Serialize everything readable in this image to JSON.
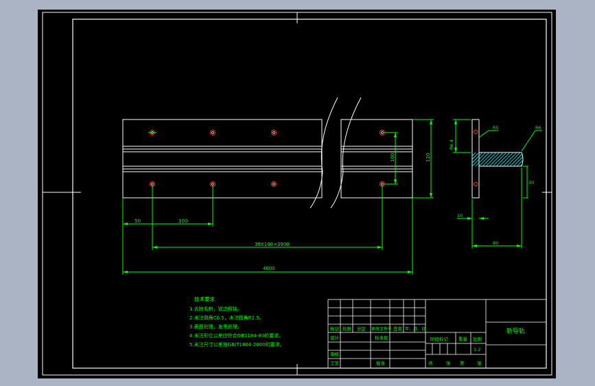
{
  "drawing": {
    "colors": {
      "background": "#000000",
      "frame": "#ffffff",
      "dimension": "#00ff00",
      "hole": "#ff2a2a",
      "hatch": "#00ffff",
      "window": "#aab4c4"
    },
    "dimensions": {
      "dim_50": "50",
      "dim_100": "100",
      "dim_spacing": "39X100=3900",
      "dim_total": "4000",
      "dim_height_120": "120",
      "dim_hole_pitch": "100",
      "section_top": "R5",
      "section_right": "R6",
      "section_left": "R6.4",
      "section_depth": "30",
      "section_base": "10",
      "section_width": "80"
    },
    "tech_requirements": {
      "title": "技术要求",
      "lines": [
        "1.去除毛刺，锐边倒钝。",
        "2.未注倒角C0.5，未注圆角R2.5。",
        "3.表面处理，发黑处理。",
        "4.未注形位公差应符合GB1184-80的要求。",
        "5.未注尺寸公差按GB/T1804-2000的要求。"
      ]
    },
    "title_block": {
      "row_headers": [
        "标记",
        "处数",
        "分区",
        "更改文件号",
        "签名",
        "年、月、日"
      ],
      "designer": "设计",
      "standardization": "标准化",
      "review": "审核",
      "process": "工艺",
      "approve": "批准",
      "stage_mark": "阶段标记",
      "weight": "重量",
      "scale_label": "比例",
      "scale_value": "1:2",
      "sheets": [
        "共",
        "张",
        "第",
        "张"
      ],
      "part_name": "新导轨"
    }
  }
}
